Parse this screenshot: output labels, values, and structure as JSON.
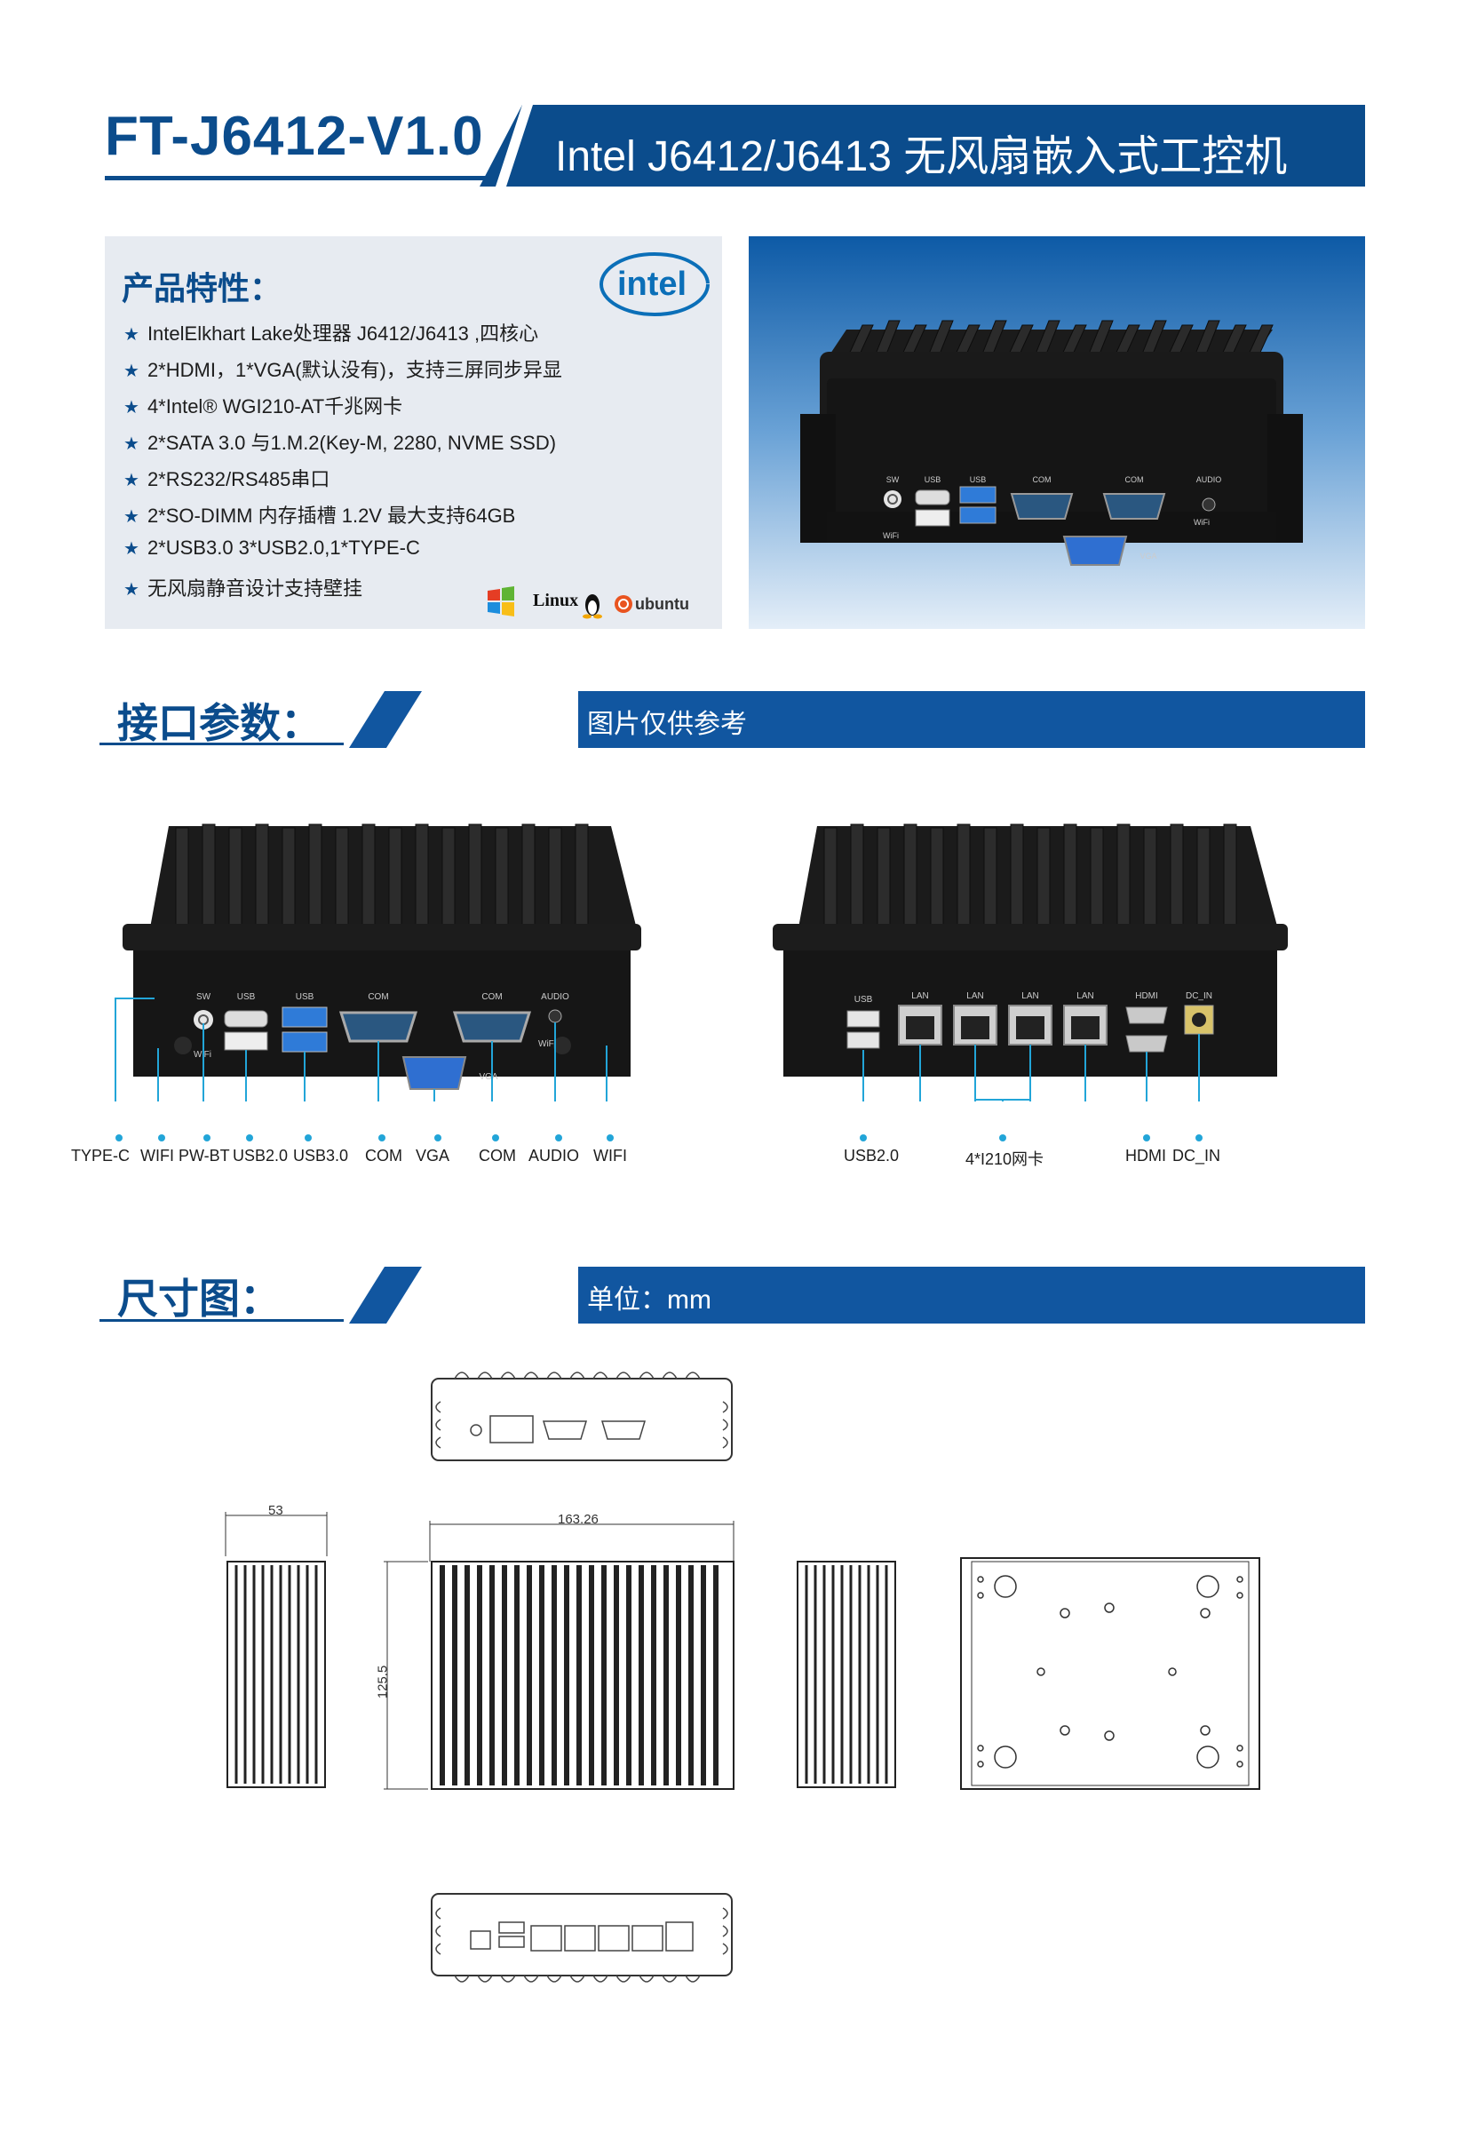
{
  "header": {
    "model": "FT-J6412-V1.0",
    "title": "Intel J6412/J6413 无风扇嵌入式工控机"
  },
  "features": {
    "heading": "产品特性：",
    "items": [
      "IntelElkhart Lake处理器 J6412/J6413 ,四核心",
      "2*HDMI，1*VGA(默认没有)，支持三屏同步异显",
      "4*Intel® WGI210-AT千兆网卡",
      "2*SATA 3.0 与1.M.2(Key-M, 2280, NVME SSD)",
      "2*RS232/RS485串口",
      "2*SO-DIMM 内存插槽 1.2V 最大支持64GB",
      "2*USB3.0  3*USB2.0,1*TYPE-C",
      "无风扇静音设计支持壁挂"
    ],
    "intel_logo_text": "intel",
    "linux_logo_text": "Linux",
    "ubuntu_logo_text": "ubuntu"
  },
  "hero_ports": {
    "sw": "SW",
    "usb1": "USB",
    "usb2": "USB",
    "com1": "COM",
    "com2": "COM",
    "audio": "AUDIO",
    "vga": "VGA",
    "wifi1": "WiFi",
    "wifi2": "WiFi"
  },
  "interfaces": {
    "heading": "接口参数：",
    "note": "图片仅供参考",
    "front_panel": {
      "silk": {
        "sw": "SW",
        "usb1": "USB",
        "usb2": "USB",
        "com1": "COM",
        "com2": "COM",
        "audio": "AUDIO",
        "vga": "VGA",
        "wifi1": "WiFi",
        "wifi2": "WiFi"
      },
      "labels": [
        "TYPE-C",
        "WIFI",
        "PW-BT",
        "USB2.0",
        "USB3.0",
        "COM",
        "VGA",
        "COM",
        "AUDIO",
        "WIFI"
      ]
    },
    "rear_panel": {
      "silk": {
        "usb": "USB",
        "lan1": "LAN",
        "lan2": "LAN",
        "lan3": "LAN",
        "lan4": "LAN",
        "hdmi": "HDMI",
        "dcin": "DC_IN"
      },
      "labels": [
        "USB2.0",
        "4*I210网卡",
        "HDMI",
        "DC_IN"
      ]
    }
  },
  "dimensions": {
    "heading": "尺寸图：",
    "unit_note": "单位：mm",
    "side_width": "53",
    "length": "163.26",
    "height": "125.5"
  },
  "colors": {
    "brand_blue": "#0b4c8c",
    "bar_blue": "#1156a0",
    "panel_gray": "#e7ebf1"
  }
}
